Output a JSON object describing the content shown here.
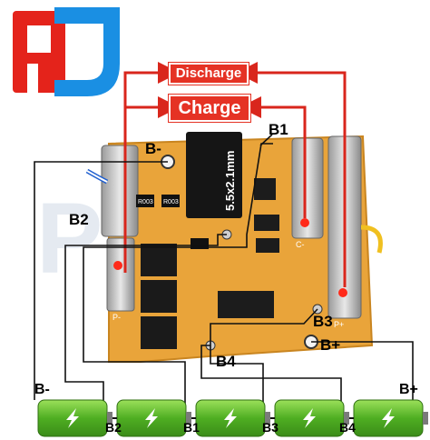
{
  "logo": {
    "text": "PJ",
    "colors": {
      "p": "#e4231b",
      "j": "#1a8fe3"
    }
  },
  "watermark": "P R",
  "labels": {
    "discharge": "Discharge",
    "charge": "Charge",
    "b1_top": "B1",
    "b_minus_top": "B-",
    "b2_left": "B2",
    "b3_right": "B3",
    "b_plus_right": "B+",
    "b4_bottom": "B4",
    "connector": "5.5x2.1mm",
    "p_minus": "P-",
    "p_plus": "P+",
    "c_minus": "C-",
    "r003": "R003"
  },
  "battery_row": {
    "left_label": "B-",
    "right_label": "B+",
    "junctions": [
      "B2",
      "B1",
      "B3",
      "B4"
    ],
    "cell_count": 5,
    "cell_color": "#5fbf2a"
  },
  "colors": {
    "arrow": "#d9261c",
    "wire": "#111111",
    "board": "#e9a43a"
  }
}
